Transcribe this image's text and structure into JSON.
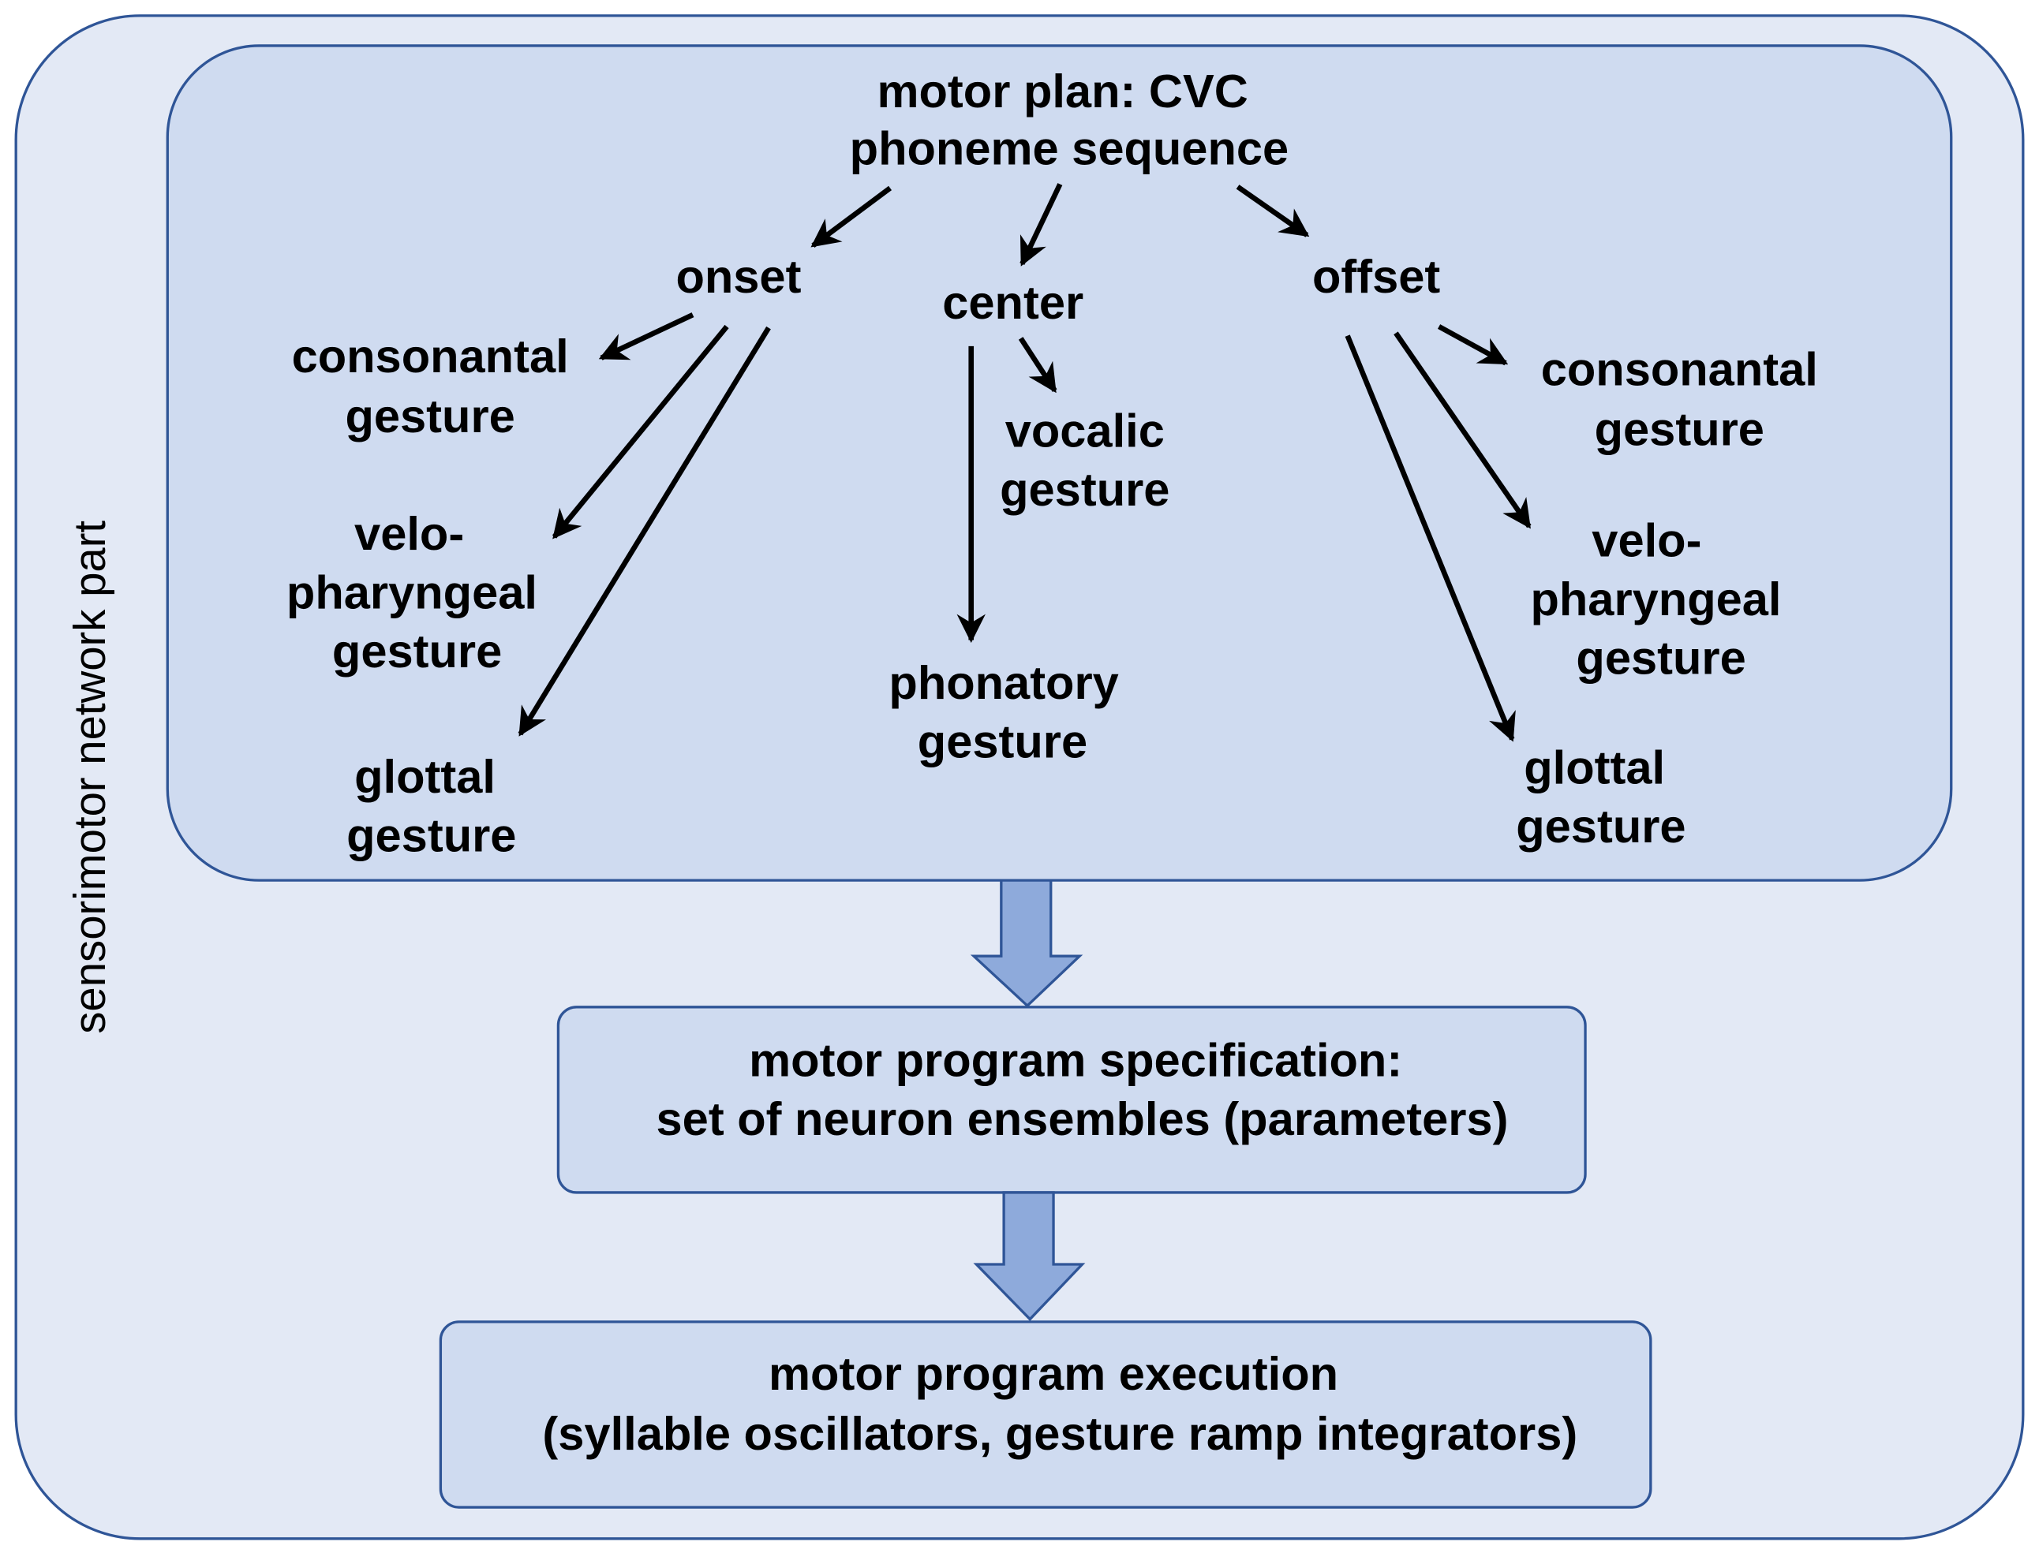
{
  "outer_frame": {
    "label": "sensorimotor network part"
  },
  "motor_plan": {
    "title_lines": [
      "motor plan: CVC",
      "phoneme sequence"
    ],
    "branches": [
      {
        "name": "onset",
        "label": "onset",
        "gestures": [
          {
            "lines": [
              "consonantal",
              "gesture"
            ]
          },
          {
            "lines": [
              "velo-",
              "pharyngeal",
              "gesture"
            ]
          },
          {
            "lines": [
              "glottal",
              "gesture"
            ]
          }
        ]
      },
      {
        "name": "center",
        "label": "center",
        "gestures": [
          {
            "lines": [
              "vocalic",
              "gesture"
            ]
          },
          {
            "lines": [
              "phonatory",
              "gesture"
            ]
          }
        ]
      },
      {
        "name": "offset",
        "label": "offset",
        "gestures": [
          {
            "lines": [
              "consonantal",
              "gesture"
            ]
          },
          {
            "lines": [
              "velo-",
              "pharyngeal",
              "gesture"
            ]
          },
          {
            "lines": [
              "glottal",
              "gesture"
            ]
          }
        ]
      }
    ]
  },
  "program_specification": {
    "lines": [
      "motor program specification:",
      "set of neuron ensembles (parameters)"
    ]
  },
  "program_execution": {
    "lines": [
      "motor program execution",
      "(syllable oscillators, gesture ramp integrators)"
    ]
  },
  "colors": {
    "outer_fill": "#e3e9f5",
    "inner_fill": "#cfdbf0",
    "border": "#2f5597",
    "block_arrow": "#8eaadb",
    "text": "#000000"
  }
}
